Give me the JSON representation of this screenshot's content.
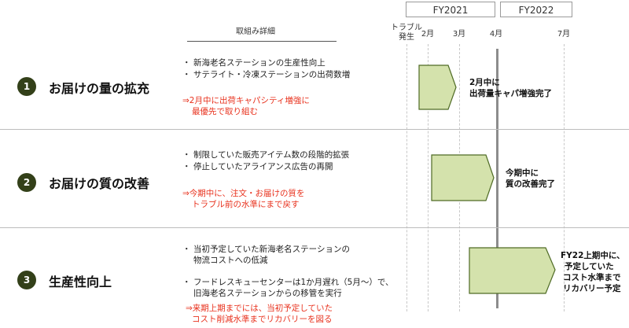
{
  "fiscal_years": [
    {
      "label": "FY2021"
    },
    {
      "label": "FY2022"
    }
  ],
  "timeline": {
    "trouble_label_line1": "トラブル",
    "trouble_label_line2": "発生",
    "months": [
      "2月",
      "3月",
      "4月",
      "7月"
    ]
  },
  "detail_header": "取組み詳細",
  "rows": [
    {
      "number": "1",
      "title": "お届けの量の拡充",
      "bullets": [
        "新海老名ステーションの生産性向上",
        "サテライト・冷凍ステーションの出荷数増"
      ],
      "note": [
        "⇒2月中に出荷キャパシティ増強に",
        "最優先で取り組む"
      ],
      "result": [
        "2月中に",
        "出荷量キャパ増強完了"
      ]
    },
    {
      "number": "2",
      "title": "お届けの質の改善",
      "bullets": [
        "制限していた販売アイテム数の段階的拡張",
        "停止していたアライアンス広告の再開"
      ],
      "note": [
        "⇒今期中に、注文・お届けの質を",
        "トラブル前の水準にまで戻す"
      ],
      "result": [
        "今期中に",
        "質の改善完了"
      ]
    },
    {
      "number": "3",
      "title": "生産性向上",
      "bullets": [
        "当初予定していた新海老名ステーションの",
        "物流コストへの低減",
        "フードレスキューセンターは1か月遅れ（5月～）で、",
        "旧海老名ステーションからの移管を実行"
      ],
      "note": [
        "⇒来期上期までには、当初予定していた",
        "コスト削減水準までリカバリーを図る"
      ],
      "result": [
        "FY22上期中に、",
        "予定していた",
        "コスト水準まで",
        "リカバリー予定"
      ]
    }
  ],
  "colors": {
    "bar_fill": "#d4e2ac",
    "bar_stroke": "#4f6b25",
    "badge": "#334019",
    "note_red": "#e8321e"
  }
}
